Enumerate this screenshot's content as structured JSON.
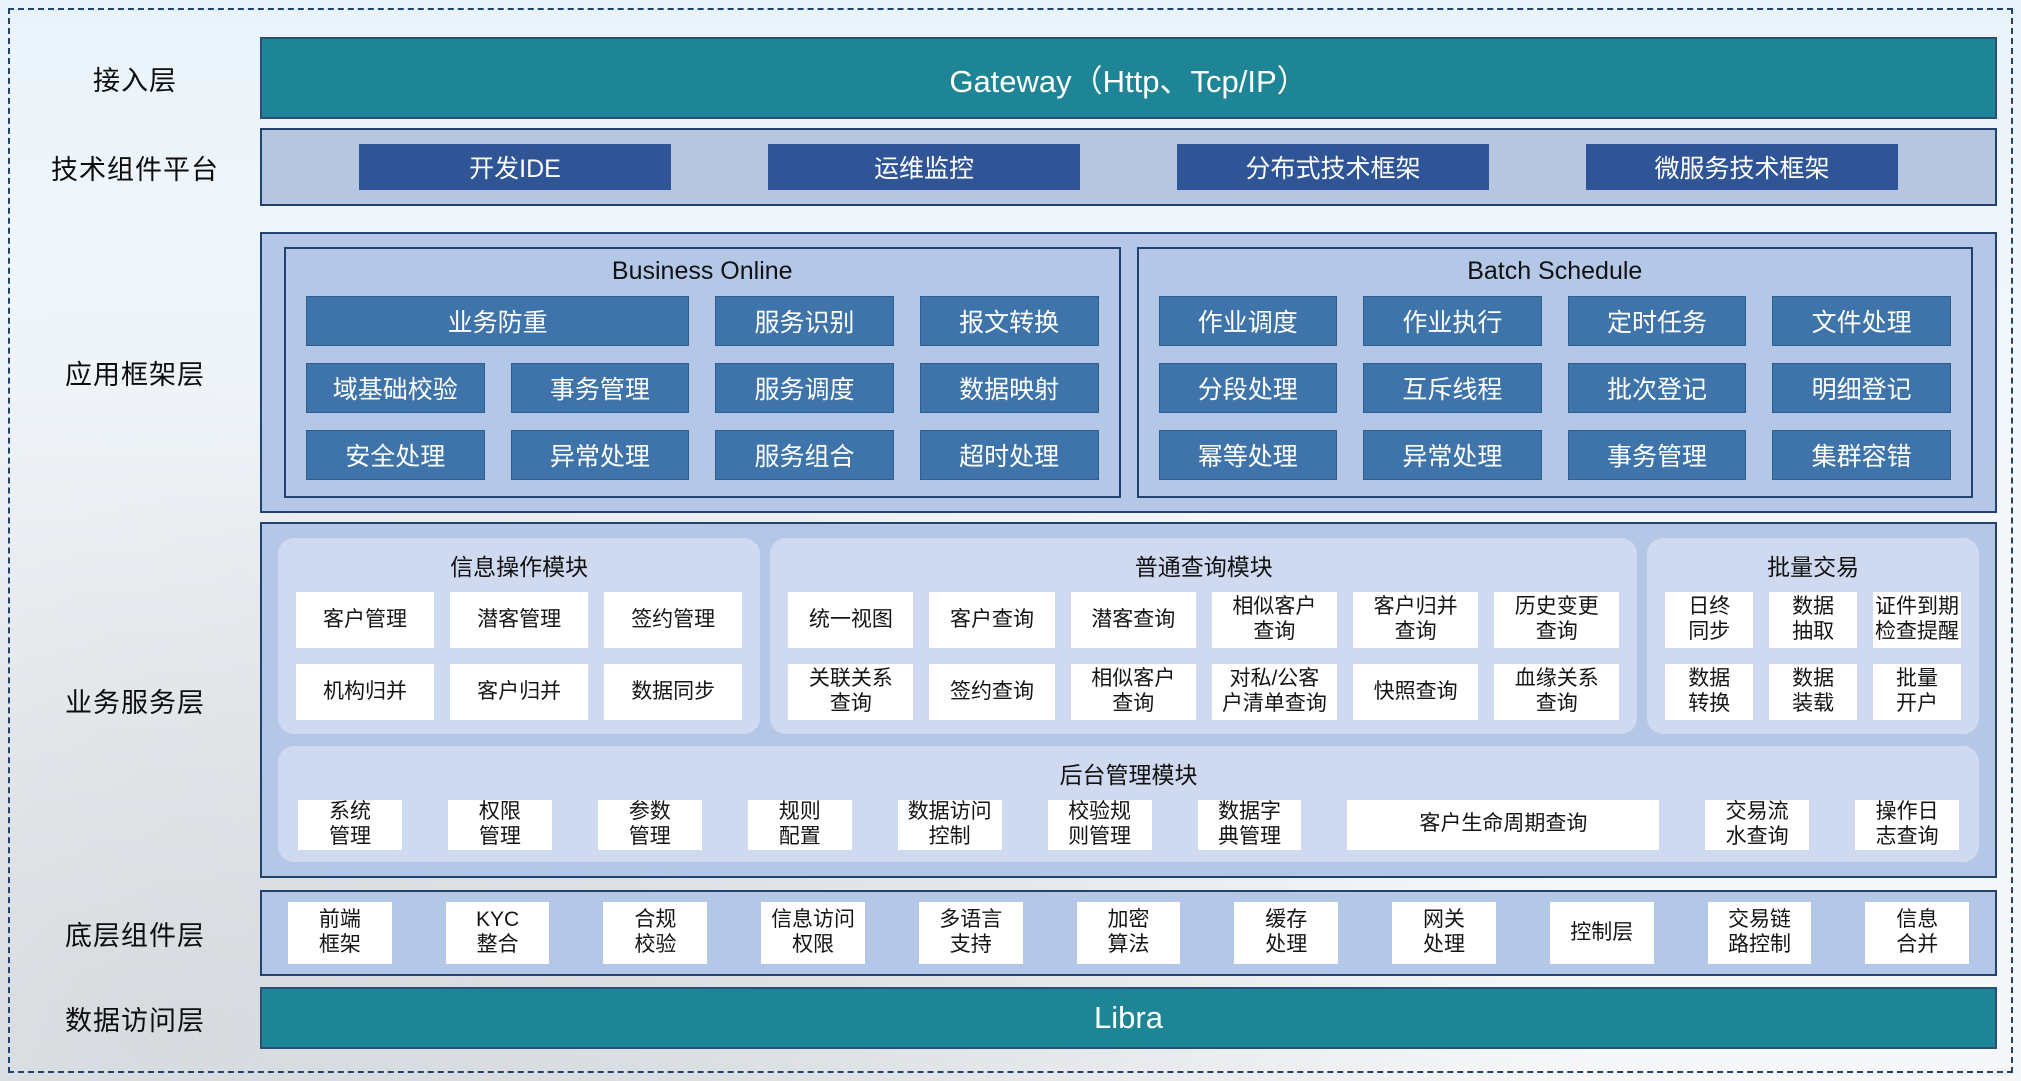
{
  "colors": {
    "teal": "#1E8596",
    "dark_blue": "#2F5597",
    "steel_blue": "#3E74A9",
    "container_bg": "#B4C7E7",
    "panel_bg": "#CFDAF0",
    "navy_border": "#24426E"
  },
  "layers": {
    "access": {
      "label": "接入层",
      "bar_text": "Gateway（Http、Tcp/IP）"
    },
    "tech": {
      "label": "技术组件平台",
      "items": [
        {
          "label": "开发IDE"
        },
        {
          "label": "运维监控"
        },
        {
          "label": "分布式技术框架"
        },
        {
          "label": "微服务技术框架"
        }
      ]
    },
    "framework": {
      "label": "应用框架层",
      "panels": [
        {
          "title": "Business Online",
          "items": [
            {
              "label": "业务防重",
              "span": 2
            },
            {
              "label": "服务识别"
            },
            {
              "label": "报文转换"
            },
            {
              "label": "域基础校验"
            },
            {
              "label": "事务管理"
            },
            {
              "label": "服务调度"
            },
            {
              "label": "数据映射"
            },
            {
              "label": "安全处理"
            },
            {
              "label": "异常处理"
            },
            {
              "label": "服务组合"
            },
            {
              "label": "超时处理"
            }
          ]
        },
        {
          "title": "Batch Schedule",
          "items": [
            {
              "label": "作业调度"
            },
            {
              "label": "作业执行"
            },
            {
              "label": "定时任务"
            },
            {
              "label": "文件处理"
            },
            {
              "label": "分段处理"
            },
            {
              "label": "互斥线程"
            },
            {
              "label": "批次登记"
            },
            {
              "label": "明细登记"
            },
            {
              "label": "幂等处理"
            },
            {
              "label": "异常处理"
            },
            {
              "label": "事务管理"
            },
            {
              "label": "集群容错"
            }
          ]
        }
      ]
    },
    "service": {
      "label": "业务服务层",
      "modules": [
        {
          "title": "信息操作模块",
          "items": [
            {
              "label": "客户管理"
            },
            {
              "label": "潜客管理"
            },
            {
              "label": "签约管理"
            },
            {
              "label": "机构归并"
            },
            {
              "label": "客户归并"
            },
            {
              "label": "数据同步"
            }
          ]
        },
        {
          "title": "普通查询模块",
          "items": [
            {
              "label": "统一视图"
            },
            {
              "label": "客户查询"
            },
            {
              "label": "潜客查询"
            },
            {
              "label": "相似客户\n查询"
            },
            {
              "label": "客户归并\n查询"
            },
            {
              "label": "历史变更\n查询"
            },
            {
              "label": "关联关系\n查询"
            },
            {
              "label": "签约查询"
            },
            {
              "label": "相似客户\n查询"
            },
            {
              "label": "对私/公客\n户清单查询"
            },
            {
              "label": "快照查询"
            },
            {
              "label": "血缘关系\n查询"
            }
          ]
        },
        {
          "title": "批量交易",
          "items": [
            {
              "label": "日终\n同步"
            },
            {
              "label": "数据\n抽取"
            },
            {
              "label": "证件到期\n检查提醒"
            },
            {
              "label": "数据\n转换"
            },
            {
              "label": "数据\n装载"
            },
            {
              "label": "批量\n开户"
            }
          ]
        }
      ],
      "admin": {
        "title": "后台管理模块",
        "items": [
          {
            "label": "系统\n管理"
          },
          {
            "label": "权限\n管理"
          },
          {
            "label": "参数\n管理"
          },
          {
            "label": "规则\n配置"
          },
          {
            "label": "数据访问\n控制"
          },
          {
            "label": "校验规\n则管理"
          },
          {
            "label": "数据字\n典管理"
          },
          {
            "label": "客户生命周期查询",
            "wide": true
          },
          {
            "label": "交易流\n水查询"
          },
          {
            "label": "操作日\n志查询"
          }
        ]
      }
    },
    "component": {
      "label": "底层组件层",
      "items": [
        {
          "label": "前端\n框架"
        },
        {
          "label": "KYC\n整合"
        },
        {
          "label": "合规\n校验"
        },
        {
          "label": "信息访问\n权限"
        },
        {
          "label": "多语言\n支持"
        },
        {
          "label": "加密\n算法"
        },
        {
          "label": "缓存\n处理"
        },
        {
          "label": "网关\n处理"
        },
        {
          "label": "控制层"
        },
        {
          "label": "交易链\n路控制"
        },
        {
          "label": "信息\n合并"
        }
      ]
    },
    "data_access": {
      "label": "数据访问层",
      "bar_text": "Libra"
    }
  }
}
